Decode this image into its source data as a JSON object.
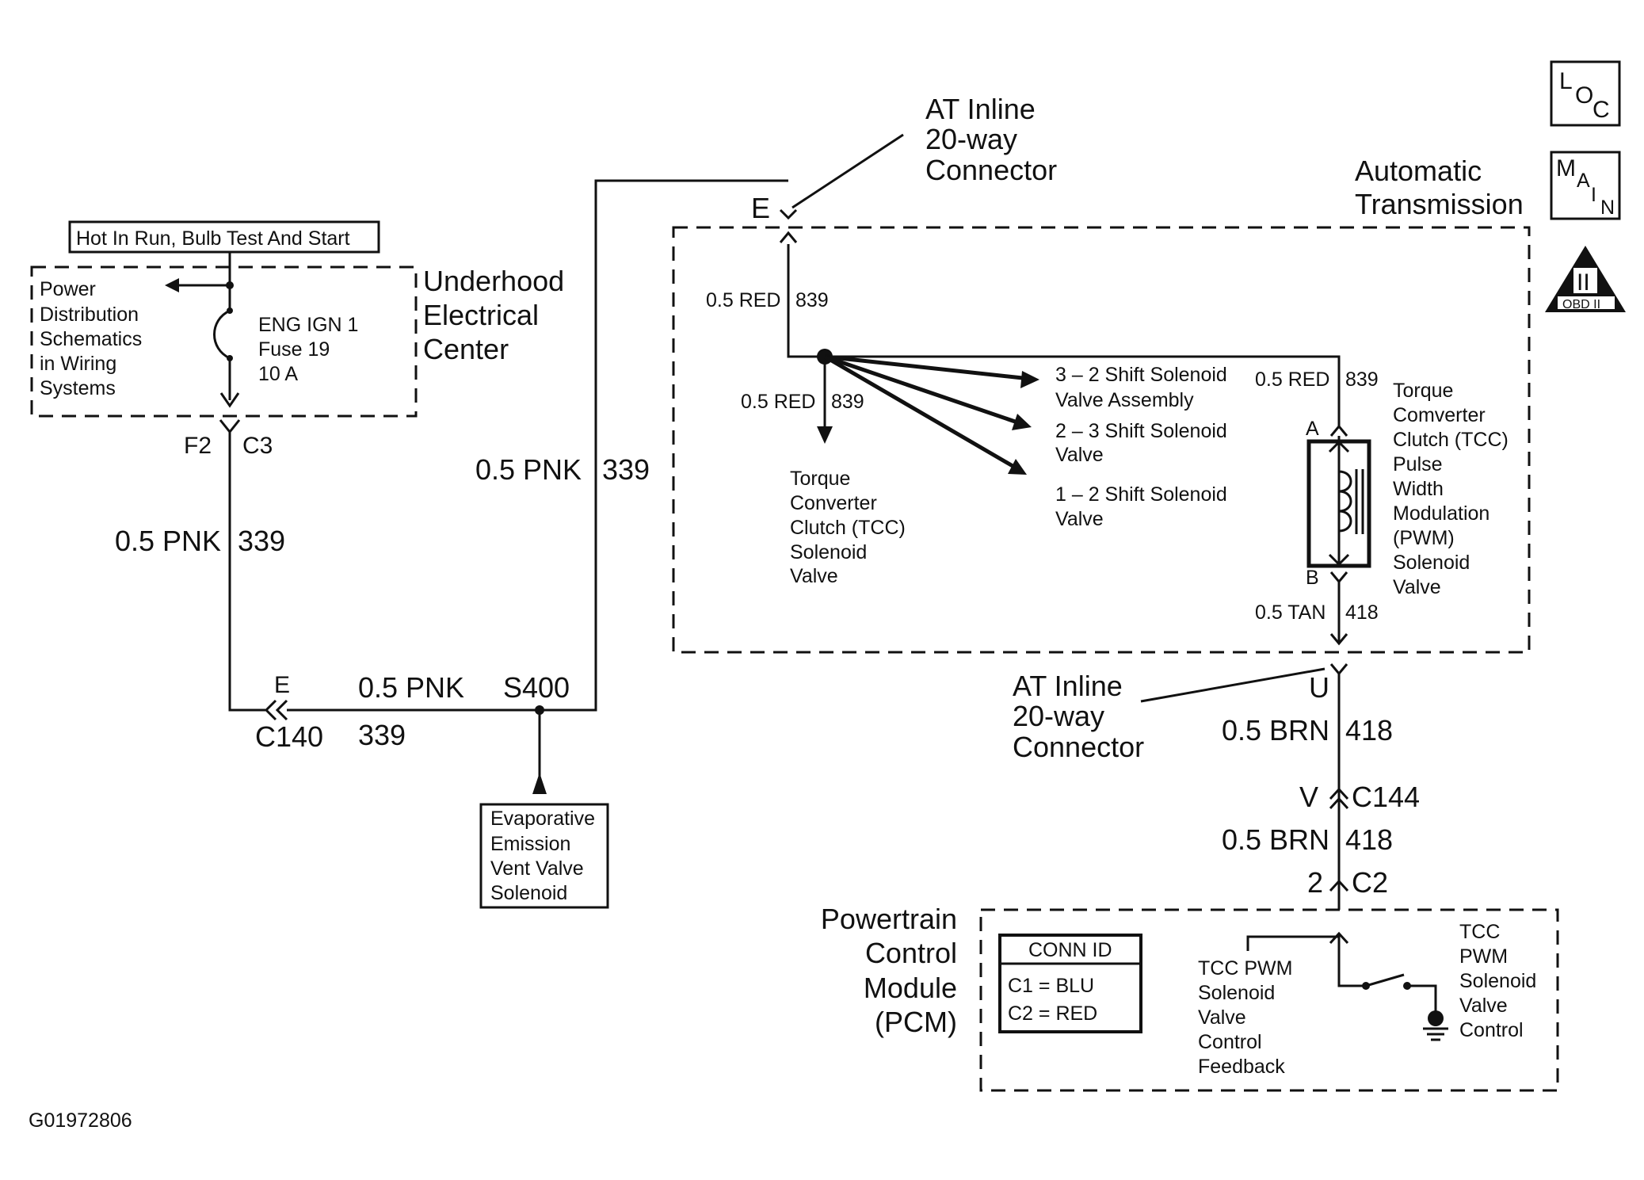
{
  "fuse_block": {
    "hot_label": "Hot In Run, Bulb Test And Start",
    "ref_text": [
      "Power",
      "Distribution",
      "Schematics",
      "in Wiring",
      "Systems"
    ],
    "fuse_text": [
      "ENG IGN 1",
      "Fuse 19",
      "10 A"
    ],
    "center_title": [
      "Underhood",
      "Electrical",
      "Center"
    ],
    "conn_pin": "F2",
    "conn_id": "C3"
  },
  "wires": {
    "pnk_left": {
      "size_color": "0.5 PNK",
      "circuit": "339"
    },
    "pnk_mid": {
      "size_color": "0.5 PNK",
      "circuit": "339"
    },
    "pnk_bottom": {
      "size_color": "0.5 PNK",
      "circuit": "339"
    },
    "red_in": {
      "size_color": "0.5 RED",
      "circuit": "839"
    },
    "red_tcc": {
      "size_color": "0.5 RED",
      "circuit": "839"
    },
    "red_pwm": {
      "size_color": "0.5 RED",
      "circuit": "839"
    },
    "tan_pwm": {
      "size_color": "0.5 TAN",
      "circuit": "418"
    },
    "brn_upper": {
      "size_color": "0.5 BRN",
      "circuit": "418"
    },
    "brn_lower": {
      "size_color": "0.5 BRN",
      "circuit": "418"
    }
  },
  "connectors": {
    "c140": {
      "pin": "E",
      "id": "C140"
    },
    "splice": "S400",
    "at_inline_top": {
      "pin": "E",
      "label": [
        "AT Inline",
        "20-way",
        "Connector"
      ]
    },
    "at_inline_bottom": {
      "pin": "U",
      "label": [
        "AT Inline",
        "20-way",
        "Connector"
      ]
    },
    "c144": {
      "pin": "V",
      "id": "C144"
    },
    "pcm_conn": {
      "pin": "2",
      "id": "C2"
    }
  },
  "evap": [
    "Evaporative",
    "Emission",
    "Vent Valve",
    "Solenoid"
  ],
  "transmission": {
    "title": [
      "Automatic",
      "Transmission"
    ],
    "solenoid_32": [
      "3 – 2 Shift Solenoid",
      "Valve  Assembly"
    ],
    "solenoid_23": [
      "2 – 3 Shift Solenoid",
      "Valve"
    ],
    "solenoid_12": [
      "1 – 2 Shift Solenoid",
      "Valve"
    ],
    "tcc_solenoid": [
      "Torque",
      "Converter",
      "Clutch (TCC)",
      "Solenoid",
      "Valve"
    ],
    "pwm_solenoid": [
      "Torque",
      "Comverter",
      "Clutch (TCC)",
      "Pulse",
      "Width",
      "Modulation",
      "(PWM)",
      "Solenoid",
      "Valve"
    ],
    "pin_a": "A",
    "pin_b": "B"
  },
  "pcm": {
    "title": [
      "Powertrain",
      "Control",
      "Module",
      "(PCM)"
    ],
    "conn_id_header": "CONN ID",
    "conn_id_rows": [
      "C1 = BLU",
      "C2 = RED"
    ],
    "feedback": [
      "TCC PWM",
      "Solenoid",
      "Valve",
      "Control",
      "Feedback"
    ],
    "control": [
      "TCC",
      "PWM",
      "Solenoid",
      "Valve",
      "Control"
    ]
  },
  "icons": {
    "loc": {
      "big": "L",
      "mid": "O",
      "end": "C"
    },
    "main": {
      "big": "M",
      "a": "A",
      "i": "I",
      "n": "N"
    },
    "obd": {
      "roman": "II",
      "label": "OBD II"
    }
  },
  "figure_id": "G01972806"
}
